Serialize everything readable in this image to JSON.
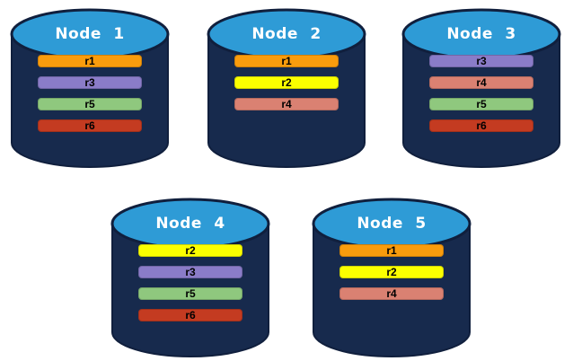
{
  "nodes": [
    {
      "label": "Node 1",
      "replicas": [
        "r1",
        "r3",
        "r5",
        "r6"
      ]
    },
    {
      "label": "Node 2",
      "replicas": [
        "r1",
        "r2",
        "r4"
      ]
    },
    {
      "label": "Node 3",
      "replicas": [
        "r3",
        "r4",
        "r5",
        "r6"
      ]
    },
    {
      "label": "Node 4",
      "replicas": [
        "r2",
        "r3",
        "r5",
        "r6"
      ]
    },
    {
      "label": "Node 5",
      "replicas": [
        "r1",
        "r2",
        "r4"
      ]
    }
  ],
  "colors": {
    "background": "#FFFFFF",
    "cylinder_top": "#2E9BD6",
    "cylinder_body": "#172A4D",
    "cylinder_outline": "#101F3D",
    "title_text": "#FFFFFF",
    "bar_text": "#000000",
    "replica": {
      "r1": "#F99C0D",
      "r2": "#FBFF00",
      "r3": "#8A7CC8",
      "r4": "#DA8172",
      "r5": "#8FC87E",
      "r6": "#C43B21"
    }
  }
}
